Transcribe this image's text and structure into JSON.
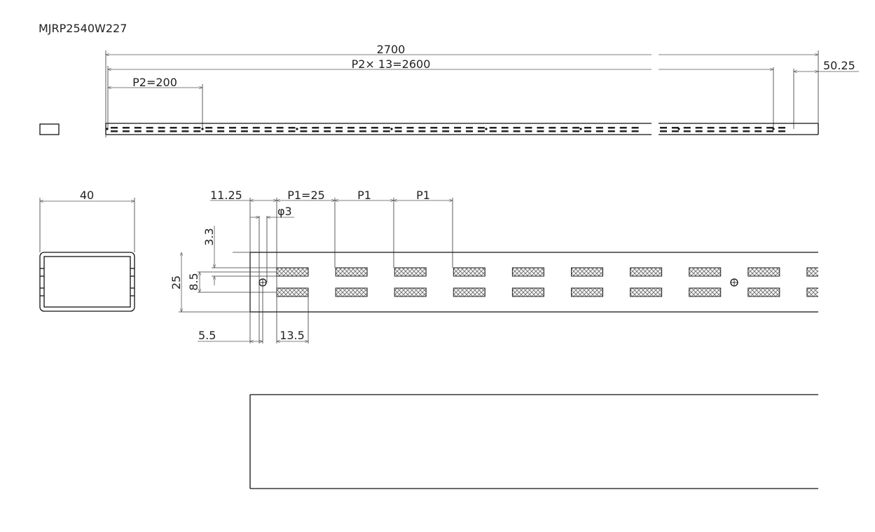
{
  "title": "MJRP2540W227",
  "top_view": {
    "overall_length": "2700",
    "pitch_total": "P2× 13=2600",
    "p2": "P2=200",
    "end_offset": "50.25"
  },
  "section_view": {
    "width": "40"
  },
  "detail_view": {
    "edge_offset": "11.25",
    "p1_first": "P1=25",
    "p1_labels": [
      "P1",
      "P1"
    ],
    "hole_dia": "φ3",
    "top_offset": "3.3",
    "slot_gap": "8.5",
    "height": "25",
    "hole_offset": "5.5",
    "slot_length": "13.5"
  },
  "colors": {
    "line": "#111111",
    "dim": "#555555"
  }
}
